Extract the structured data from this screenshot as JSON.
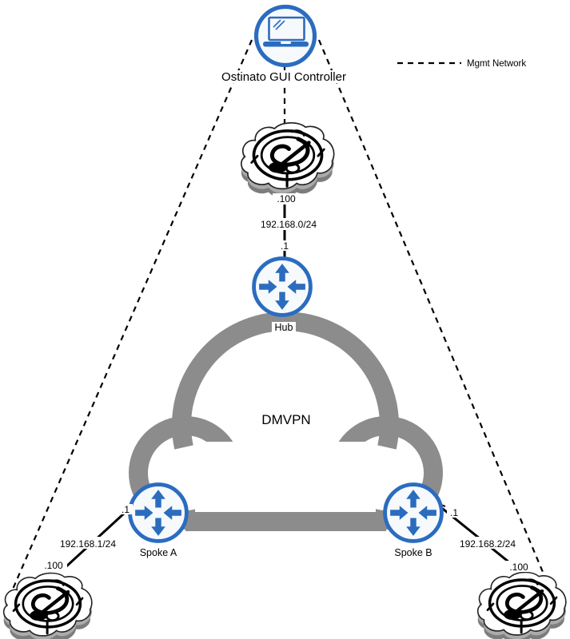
{
  "controller": {
    "label": "Ostinato GUI Controller"
  },
  "legend": {
    "label": "Mgmt Network"
  },
  "cloud": {
    "label": "DMVPN"
  },
  "nodes": {
    "hub": {
      "label": "Hub"
    },
    "spoke_a": {
      "label": "Spoke A"
    },
    "spoke_b": {
      "label": "Spoke B"
    }
  },
  "links": {
    "hub_lan": {
      "subnet": "192.168.0/24",
      "drone_ip": ".100",
      "router_ip": ".1"
    },
    "spoke_a_lan": {
      "subnet": "192.168.1/24",
      "drone_ip": ".100",
      "router_ip": ".1"
    },
    "spoke_b_lan": {
      "subnet": "192.168.2/24",
      "drone_ip": ".100",
      "router_ip": ".1"
    }
  },
  "colors": {
    "node_blue": "#2b6cbf",
    "cloud_gray": "#8c8c8c",
    "line_black": "#000000",
    "drone_side_gray": "#ababab"
  }
}
